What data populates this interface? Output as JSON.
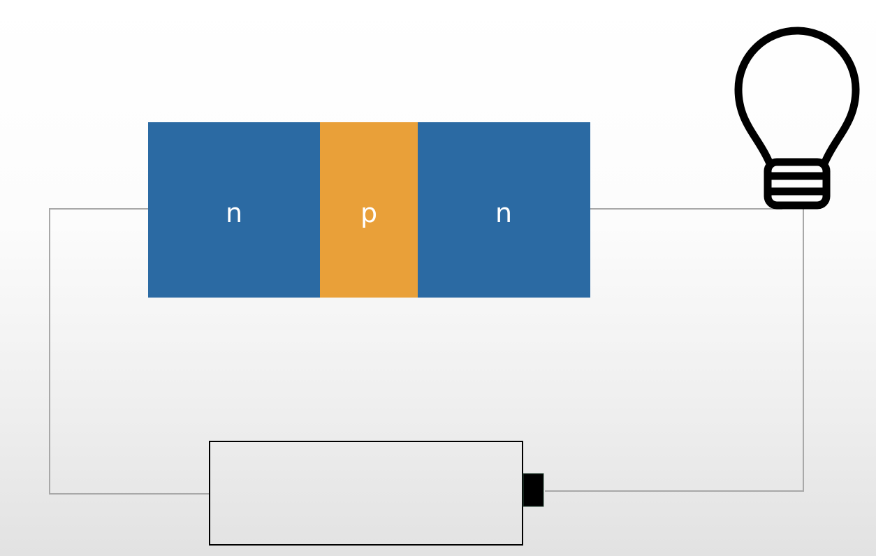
{
  "diagram": {
    "transistor": {
      "regions": [
        {
          "id": "emitter",
          "label": "n",
          "color": "#2b6aa3"
        },
        {
          "id": "base",
          "label": "p",
          "color": "#e9a039"
        },
        {
          "id": "collector",
          "label": "n",
          "color": "#2b6aa3"
        }
      ]
    },
    "label_color": "#ffffff",
    "wire_color": "#a8a8a8",
    "battery": {
      "terminal_color": "#000000"
    },
    "bulb": {
      "icon": "light-bulb-icon",
      "stroke_color": "#000000"
    }
  }
}
